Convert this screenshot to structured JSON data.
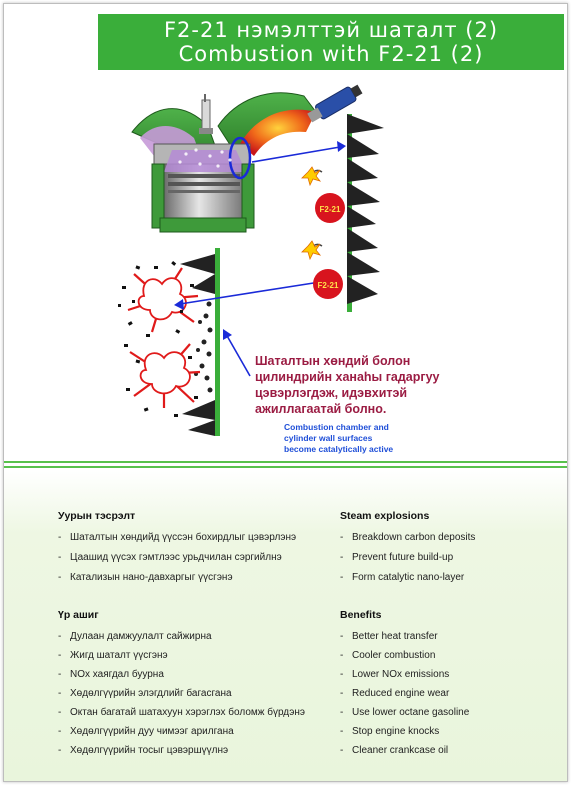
{
  "title": {
    "line1": "F2-21 нэмэлттэй шаталт (2)",
    "line2": "Combustion with F2-21 (2)"
  },
  "badges": [
    "F2-21",
    "F2-21"
  ],
  "caption_mn": [
    "Шаталтын хөндий болон",
    "цилиндрийн ханаһы гадаргуу",
    "цэвэрлэгдэж, идэвхитэй",
    "ажиллагаатай болно."
  ],
  "caption_en": [
    "Combustion chamber and",
    "cylinder wall surfaces",
    "become catalytically  active"
  ],
  "sections": {
    "mn_1": {
      "heading": "Уурын тэсрэлт",
      "items": [
        "Шаталтын хөндийд үүссэн бохирдлыг цэвэрлэнэ",
        "Цаашид үүсэх гэмтлээс  урьдчилан сэргийлнэ",
        "Катализын нано-давхаргыг  үүсгэнэ"
      ]
    },
    "en_1": {
      "heading": "Steam explosions",
      "items": [
        "Breakdown carbon deposits",
        "Prevent future build-up",
        "Form catalytic nano-layer"
      ]
    },
    "mn_2": {
      "heading": "Үр ашиг",
      "items": [
        "Дулаан дамжуулалт сайжирна",
        "Жигд шаталт үүсгэнэ",
        "NOx хаягдал буурна",
        "Хөдөлгүүрийн элэгдлийг багасгана",
        "Октан багатай шатахуун хэрэглэх боломж бүрдэнэ",
        "Хөдөлгүүрийн дуу чимээг арилгана",
        "Хөдөлгүүрийн тосыг цэвэршүүлнэ"
      ]
    },
    "en_2": {
      "heading": "Benefits",
      "items": [
        "Better heat transfer",
        "Cooler combustion",
        "Lower NOx emissions",
        "Reduced engine wear",
        "Use lower octane gasoline",
        "Stop engine knocks",
        "Cleaner crankcase oil"
      ]
    }
  },
  "colors": {
    "green": "#3aae3a",
    "caption_mn": "#9b1c43",
    "caption_en": "#1f4fd8",
    "badge": "#d8141e"
  }
}
